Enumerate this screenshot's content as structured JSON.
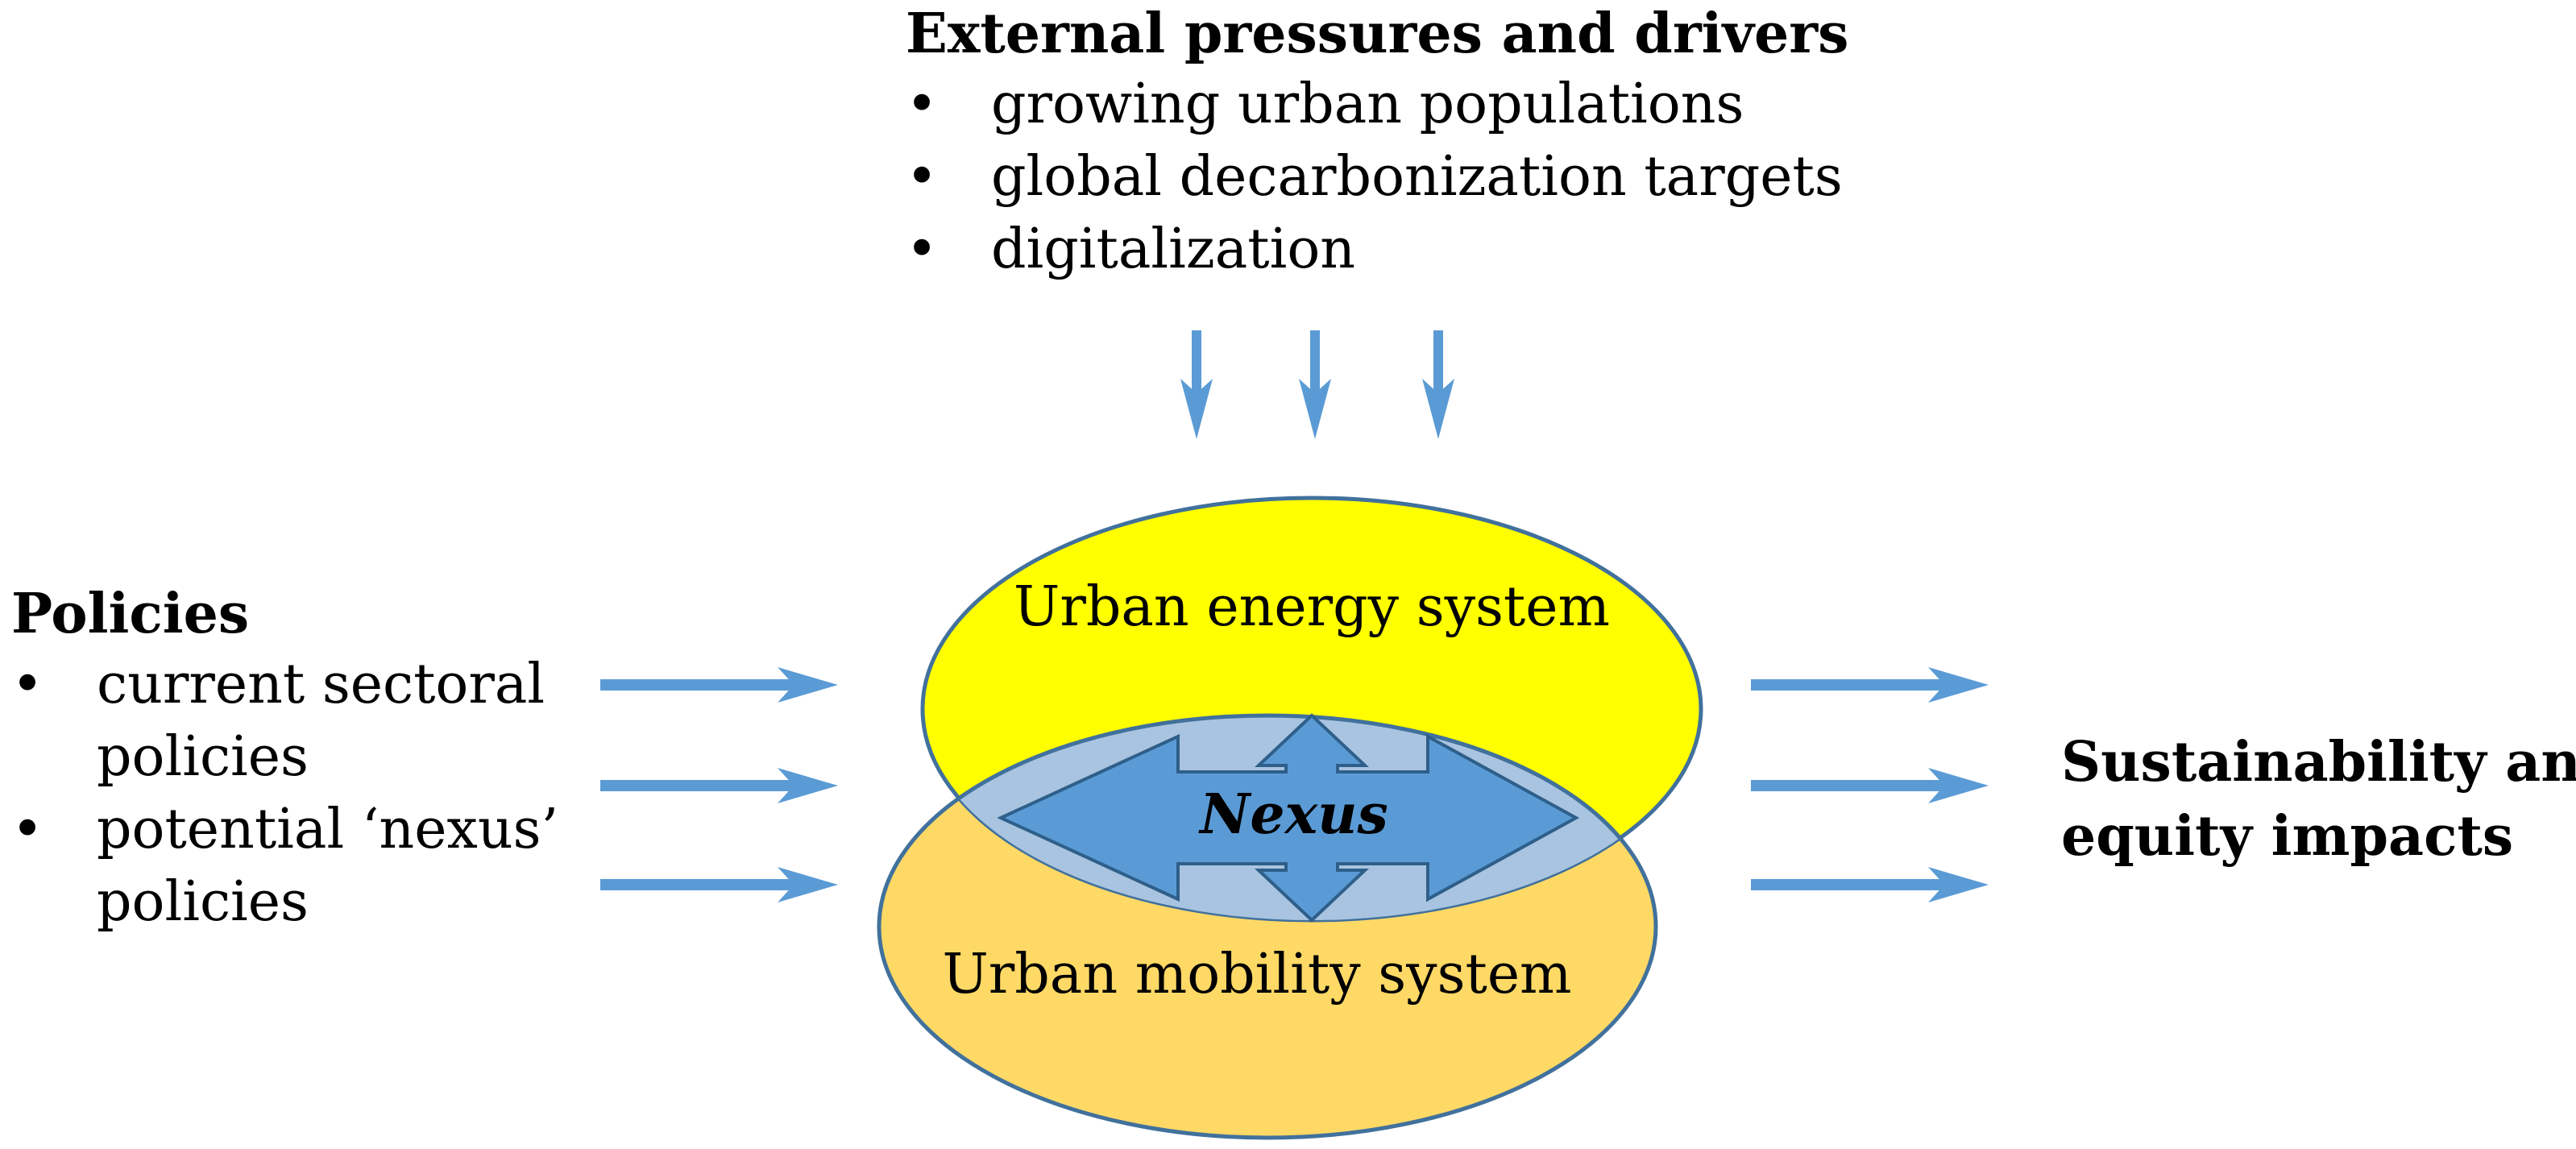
{
  "external": {
    "heading": "External pressures and drivers",
    "bullet_glyph": "•",
    "items": [
      "growing urban populations",
      "global decarbonization targets",
      "digitalization"
    ]
  },
  "policies": {
    "heading": "Policies",
    "bullet_glyph": "•",
    "items": [
      {
        "line1": "current sectoral",
        "line2": "policies"
      },
      {
        "line1": "potential ‘nexus’",
        "line2": "policies"
      }
    ]
  },
  "impacts": {
    "line1": "Sustainability and",
    "line2": "equity impacts"
  },
  "systems": {
    "energy_label": "Urban energy system",
    "mobility_label": "Urban mobility system",
    "nexus_label": "Nexus"
  },
  "colors": {
    "energy_fill": "#ffff00",
    "mobility_fill": "#ffd966",
    "overlap_fill": "#a9c4e0",
    "ellipse_stroke": "#41719c",
    "arrow_fill": "#5b9bd5",
    "nexus_stroke": "#2e5f8a"
  },
  "icons": {
    "drivers_arrows": "arrow-down-icon",
    "policy_arrows": "arrow-right-icon",
    "impact_arrows": "arrow-right-icon",
    "nexus_arrow": "four-way-arrow-icon"
  }
}
